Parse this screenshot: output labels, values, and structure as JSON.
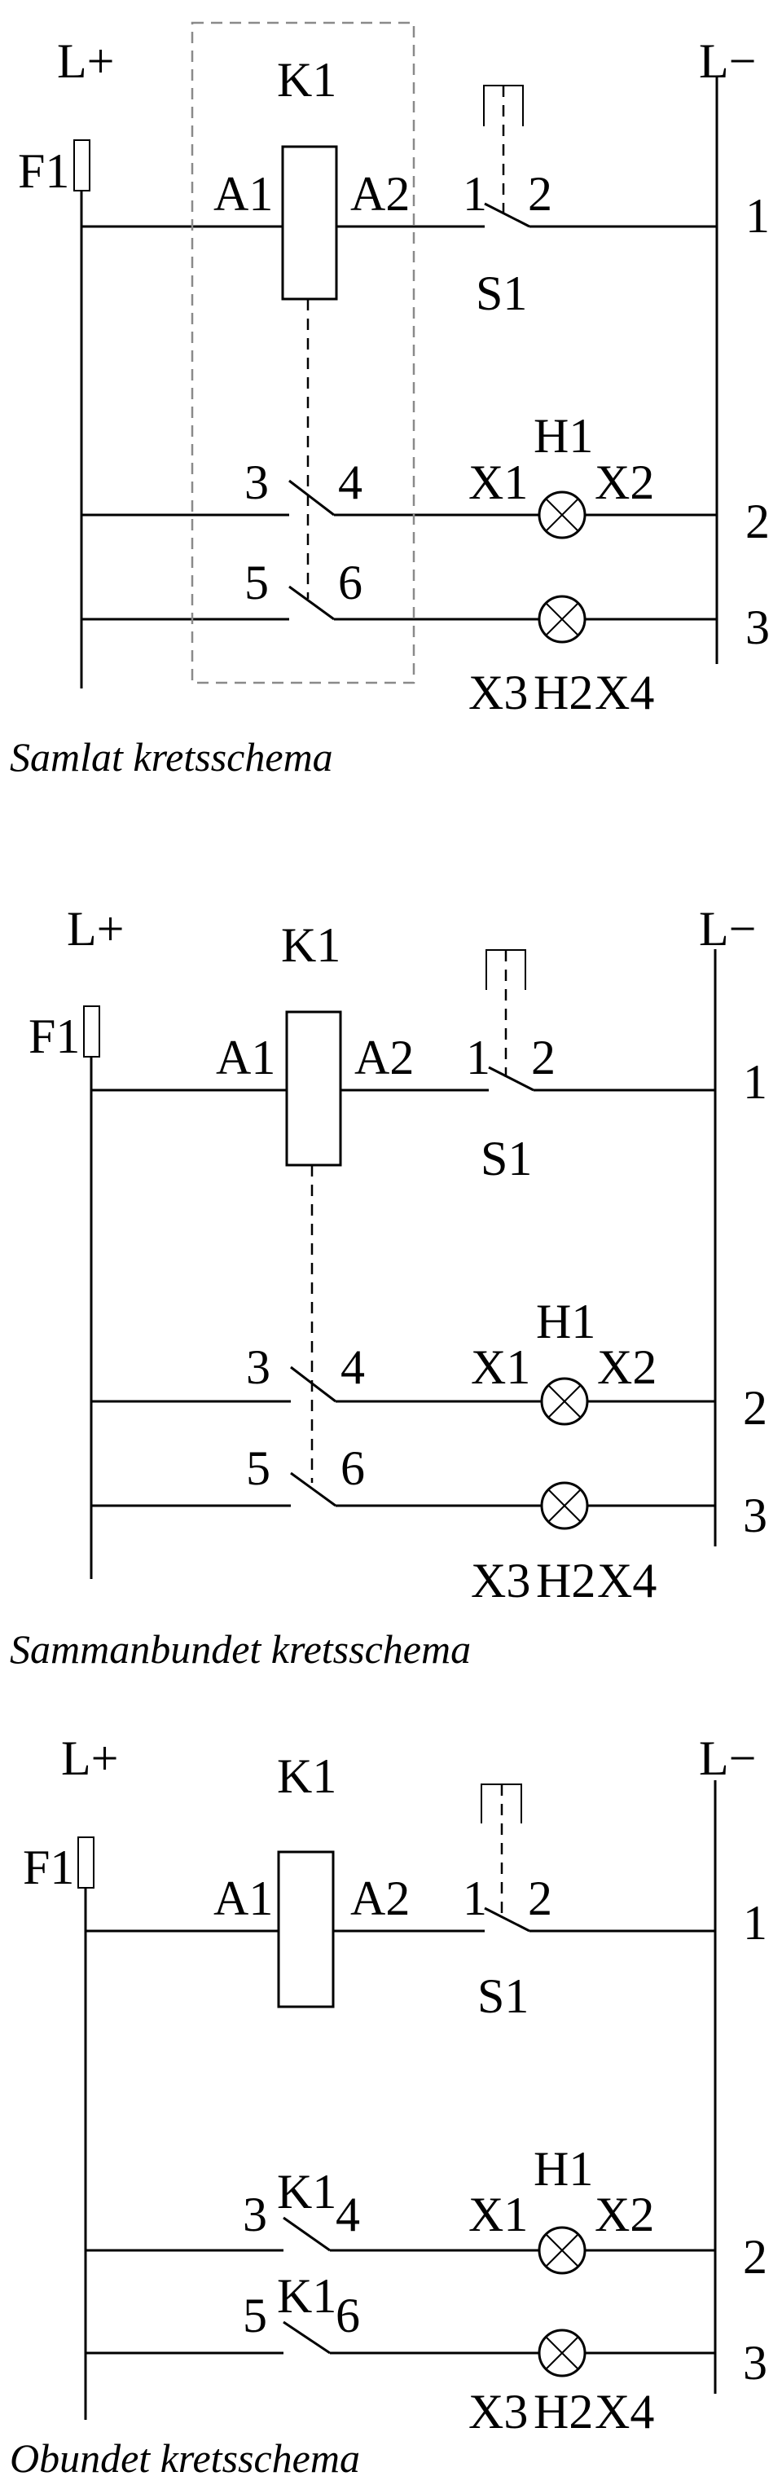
{
  "diagrams": [
    {
      "caption": "Samlat kretsschema",
      "labels": {
        "supply_pos": "L+",
        "supply_neg": "L−",
        "fuse": "F1",
        "relay": "K1",
        "coil_a1": "A1",
        "coil_a2": "A2",
        "switch": "S1",
        "switch_t1": "1",
        "switch_t2": "2",
        "contact1_t1": "3",
        "contact1_t2": "4",
        "contact2_t1": "5",
        "contact2_t2": "6",
        "lamp1": "H1",
        "lamp1_x1": "X1",
        "lamp1_x2": "X2",
        "lamp2": "H2",
        "lamp2_x3": "X3",
        "lamp2_x4": "X4",
        "row1": "1",
        "row2": "2",
        "row3": "3"
      }
    },
    {
      "caption": "Sammanbundet kretsschema",
      "labels": {
        "supply_pos": "L+",
        "supply_neg": "L−",
        "fuse": "F1",
        "relay": "K1",
        "coil_a1": "A1",
        "coil_a2": "A2",
        "switch": "S1",
        "switch_t1": "1",
        "switch_t2": "2",
        "contact1_t1": "3",
        "contact1_t2": "4",
        "contact2_t1": "5",
        "contact2_t2": "6",
        "lamp1": "H1",
        "lamp1_x1": "X1",
        "lamp1_x2": "X2",
        "lamp2": "H2",
        "lamp2_x3": "X3",
        "lamp2_x4": "X4",
        "row1": "1",
        "row2": "2",
        "row3": "3"
      }
    },
    {
      "caption": "Obundet kretsschema",
      "labels": {
        "supply_pos": "L+",
        "supply_neg": "L−",
        "fuse": "F1",
        "relay": "K1",
        "coil_a1": "A1",
        "coil_a2": "A2",
        "switch": "S1",
        "switch_t1": "1",
        "switch_t2": "2",
        "contact1_relay": "K1",
        "contact1_t1": "3",
        "contact1_t2": "4",
        "contact2_relay": "K1",
        "contact2_t1": "5",
        "contact2_t2": "6",
        "lamp1": "H1",
        "lamp1_x1": "X1",
        "lamp1_x2": "X2",
        "lamp2": "H2",
        "lamp2_x3": "X3",
        "lamp2_x4": "X4",
        "row1": "1",
        "row2": "2",
        "row3": "3"
      }
    }
  ]
}
